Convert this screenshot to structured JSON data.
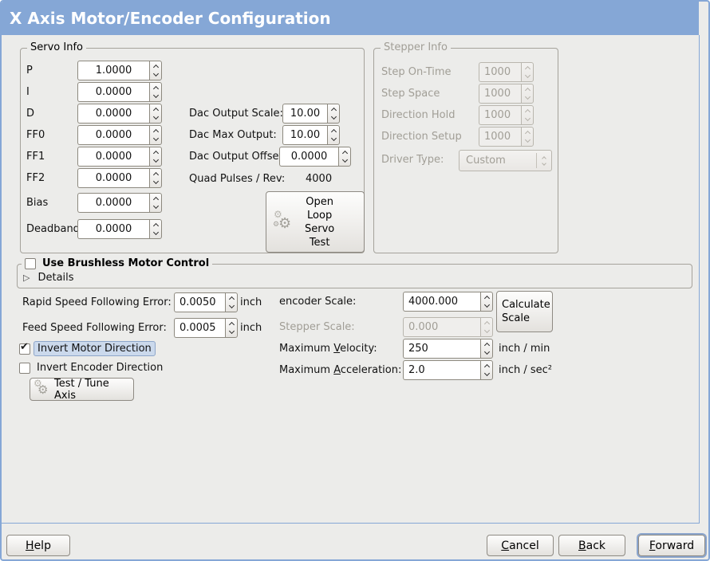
{
  "window": {
    "title": "X Axis Motor/Encoder Configuration"
  },
  "colors": {
    "titlebar": "#85a7d6",
    "panel_bg": "#ececea",
    "focus_highlight": "#cbd9ec"
  },
  "icons": {
    "gear": "⚙",
    "expander": "▷",
    "check": "✔"
  },
  "servo_info": {
    "title": "Servo Info",
    "rows": [
      {
        "label": "P",
        "value": "1.0000"
      },
      {
        "label": "I",
        "value": "0.0000"
      },
      {
        "label": "D",
        "value": "0.0000"
      },
      {
        "label": "FF0",
        "value": "0.0000"
      },
      {
        "label": "FF1",
        "value": "0.0000"
      },
      {
        "label": "FF2",
        "value": "0.0000"
      },
      {
        "label": "Bias",
        "value": "0.0000"
      },
      {
        "label": "Deadband",
        "value": "0.0000"
      }
    ]
  },
  "dac": {
    "rows": [
      {
        "label": "Dac Output Scale:",
        "value": "10.00"
      },
      {
        "label": "Dac Max Output:",
        "value": "10.00"
      },
      {
        "label": "Dac Output Offset:",
        "value": "0.0000"
      }
    ],
    "quad_label": "Quad Pulses / Rev:",
    "quad_value": "4000"
  },
  "open_loop_button": {
    "lines": [
      "Open",
      "Loop",
      "Servo",
      "Test"
    ]
  },
  "stepper_info": {
    "title": "Stepper Info",
    "rows": [
      {
        "label": "Step On-Time",
        "value": "1000"
      },
      {
        "label": "Step Space",
        "value": "1000"
      },
      {
        "label": "Direction Hold",
        "value": "1000"
      },
      {
        "label": "Direction Setup",
        "value": "1000"
      }
    ],
    "driver_type_label": "Driver Type:",
    "driver_type_value": "Custom"
  },
  "brushless": {
    "checkbox_label": "Use Brushless Motor Control",
    "details_label": "Details"
  },
  "following_error": {
    "rapid_label": "Rapid Speed Following Error:",
    "rapid_value": "0.0050",
    "rapid_unit": "inch",
    "feed_label": "Feed Speed Following Error:",
    "feed_value": "0.0005",
    "feed_unit": "inch"
  },
  "scales": {
    "encoder_label": "encoder Scale:",
    "encoder_value": "4000.000",
    "calculate_button": "Calculate Scale",
    "stepper_label": "Stepper Scale:",
    "stepper_value": "0.000",
    "velocity_label": {
      "pre": "Maximum ",
      "mn": "V",
      "post": "elocity:"
    },
    "velocity_value": "250",
    "velocity_unit": "inch / min",
    "accel_label": {
      "pre": "Maximum ",
      "mn": "A",
      "post": "cceleration:"
    },
    "accel_value": "2.0",
    "accel_unit": "inch / sec²"
  },
  "direction": {
    "invert_motor_label": "Invert Motor Direction",
    "invert_encoder_label": "Invert Encoder Direction"
  },
  "test_tune_button": "Test / Tune Axis",
  "actions": {
    "help": {
      "pre": "",
      "mn": "H",
      "post": "elp"
    },
    "cancel": {
      "pre": "",
      "mn": "C",
      "post": "ancel"
    },
    "back": {
      "pre": "",
      "mn": "B",
      "post": "ack"
    },
    "forward": {
      "pre": "",
      "mn": "F",
      "post": "orward"
    }
  }
}
